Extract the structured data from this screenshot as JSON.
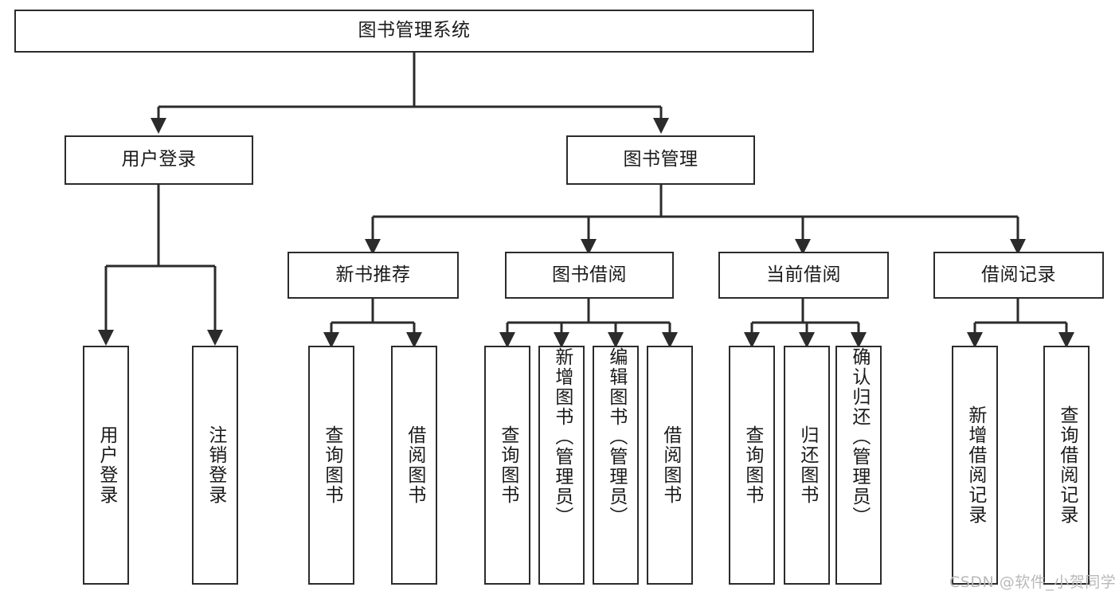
{
  "diagram": {
    "type": "hierarchy-tree",
    "title": "图书管理系统",
    "root": {
      "id": "root",
      "label": "图书管理系统"
    },
    "level2": [
      {
        "id": "user-login",
        "label": "用户登录"
      },
      {
        "id": "book-manage",
        "label": "图书管理"
      }
    ],
    "level3": [
      {
        "id": "new-book-recommend",
        "label": "新书推荐",
        "parent": "book-manage"
      },
      {
        "id": "book-borrow",
        "label": "图书借阅",
        "parent": "book-manage"
      },
      {
        "id": "current-borrow",
        "label": "当前借阅",
        "parent": "book-manage"
      },
      {
        "id": "borrow-record",
        "label": "借阅记录",
        "parent": "book-manage"
      }
    ],
    "leaves": [
      {
        "id": "leaf-user-login",
        "label": "用户登录",
        "parent": "user-login"
      },
      {
        "id": "leaf-user-logout",
        "label": "注销登录",
        "parent": "user-login"
      },
      {
        "id": "leaf-query-book-1",
        "label": "查询图书",
        "parent": "new-book-recommend"
      },
      {
        "id": "leaf-borrow-book-1",
        "label": "借阅图书",
        "parent": "new-book-recommend"
      },
      {
        "id": "leaf-query-book-2",
        "label": "查询图书",
        "parent": "book-borrow"
      },
      {
        "id": "leaf-add-book",
        "label": "新增图书（管理员）",
        "parent": "book-borrow"
      },
      {
        "id": "leaf-edit-book",
        "label": "编辑图书（管理员）",
        "parent": "book-borrow"
      },
      {
        "id": "leaf-borrow-book-2",
        "label": "借阅图书",
        "parent": "book-borrow"
      },
      {
        "id": "leaf-query-book-3",
        "label": "查询图书",
        "parent": "current-borrow"
      },
      {
        "id": "leaf-return-book",
        "label": "归还图书",
        "parent": "current-borrow"
      },
      {
        "id": "leaf-confirm-return",
        "label": "确认归还（管理员）",
        "parent": "current-borrow"
      },
      {
        "id": "leaf-add-record",
        "label": "新增借阅记录",
        "parent": "borrow-record"
      },
      {
        "id": "leaf-query-record",
        "label": "查询借阅记录",
        "parent": "borrow-record"
      }
    ],
    "colors": {
      "stroke": "#2b2b2b",
      "fill": "#ffffff",
      "text": "#1a1a1a",
      "watermark": "#b9b9b9"
    }
  },
  "watermark": {
    "text": "CSDN @软件_小贺同学"
  }
}
